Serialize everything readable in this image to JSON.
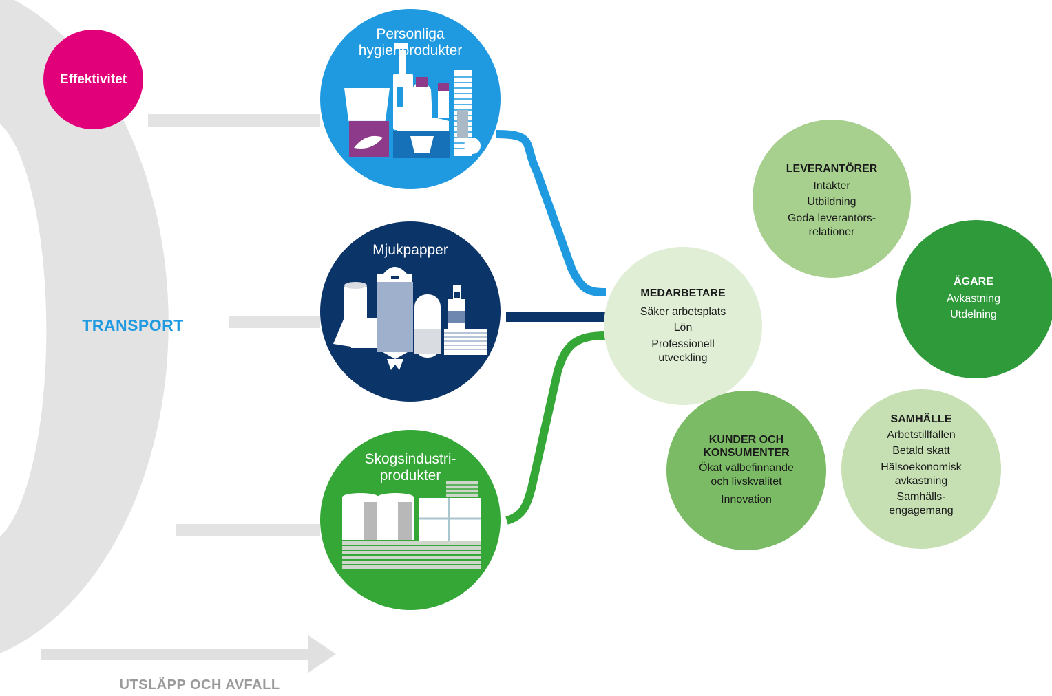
{
  "badge": {
    "label": "Effektivitet"
  },
  "labels": {
    "transport": "TRANSPORT",
    "emissions": "UTSLÄPP OCH AVFALL"
  },
  "products": [
    {
      "title_line1": "Personliga",
      "title_line2": "hygienprodukter",
      "color": "#1f9ae0"
    },
    {
      "title_line1": "Mjukpapper",
      "title_line2": "",
      "color": "#0b3469"
    },
    {
      "title_line1": "Skogsindustri-",
      "title_line2": "produkter",
      "color": "#35a737"
    }
  ],
  "stakeholders": {
    "medarbetare": {
      "title": "MEDARBETARE",
      "items": [
        "Säker arbetsplats",
        "Lön",
        "Professionell",
        "utveckling"
      ],
      "color": "#e1eed6"
    },
    "leverantorer": {
      "title": "LEVERANTÖRER",
      "items": [
        "Intäkter",
        "Utbildning",
        "Goda leverantörs-",
        "relationer"
      ],
      "color": "#a7cf8e"
    },
    "agare": {
      "title": "ÄGARE",
      "items": [
        "Avkastning",
        "Utdelning"
      ],
      "color": "#2f9a3a"
    },
    "kunder": {
      "title_line1": "KUNDER OCH",
      "title_line2": "KONSUMENTER",
      "items": [
        "Ökat välbefinnande",
        "och livskvalitet",
        "Innovation"
      ],
      "color": "#7cbb65"
    },
    "samhalle": {
      "title": "SAMHÄLLE",
      "items": [
        "Arbetstillfällen",
        "Betald skatt",
        "Hälsoekonomisk",
        "avkastning",
        "Samhälls-",
        "engagemang"
      ],
      "color": "#c6e0b4"
    }
  },
  "colors": {
    "gray_arc": "#e3e3e3",
    "arrow": "#e0e0e0",
    "magenta": "#e2007a",
    "blue": "#1f9ae0",
    "navy": "#0b3469",
    "green": "#35a737"
  }
}
